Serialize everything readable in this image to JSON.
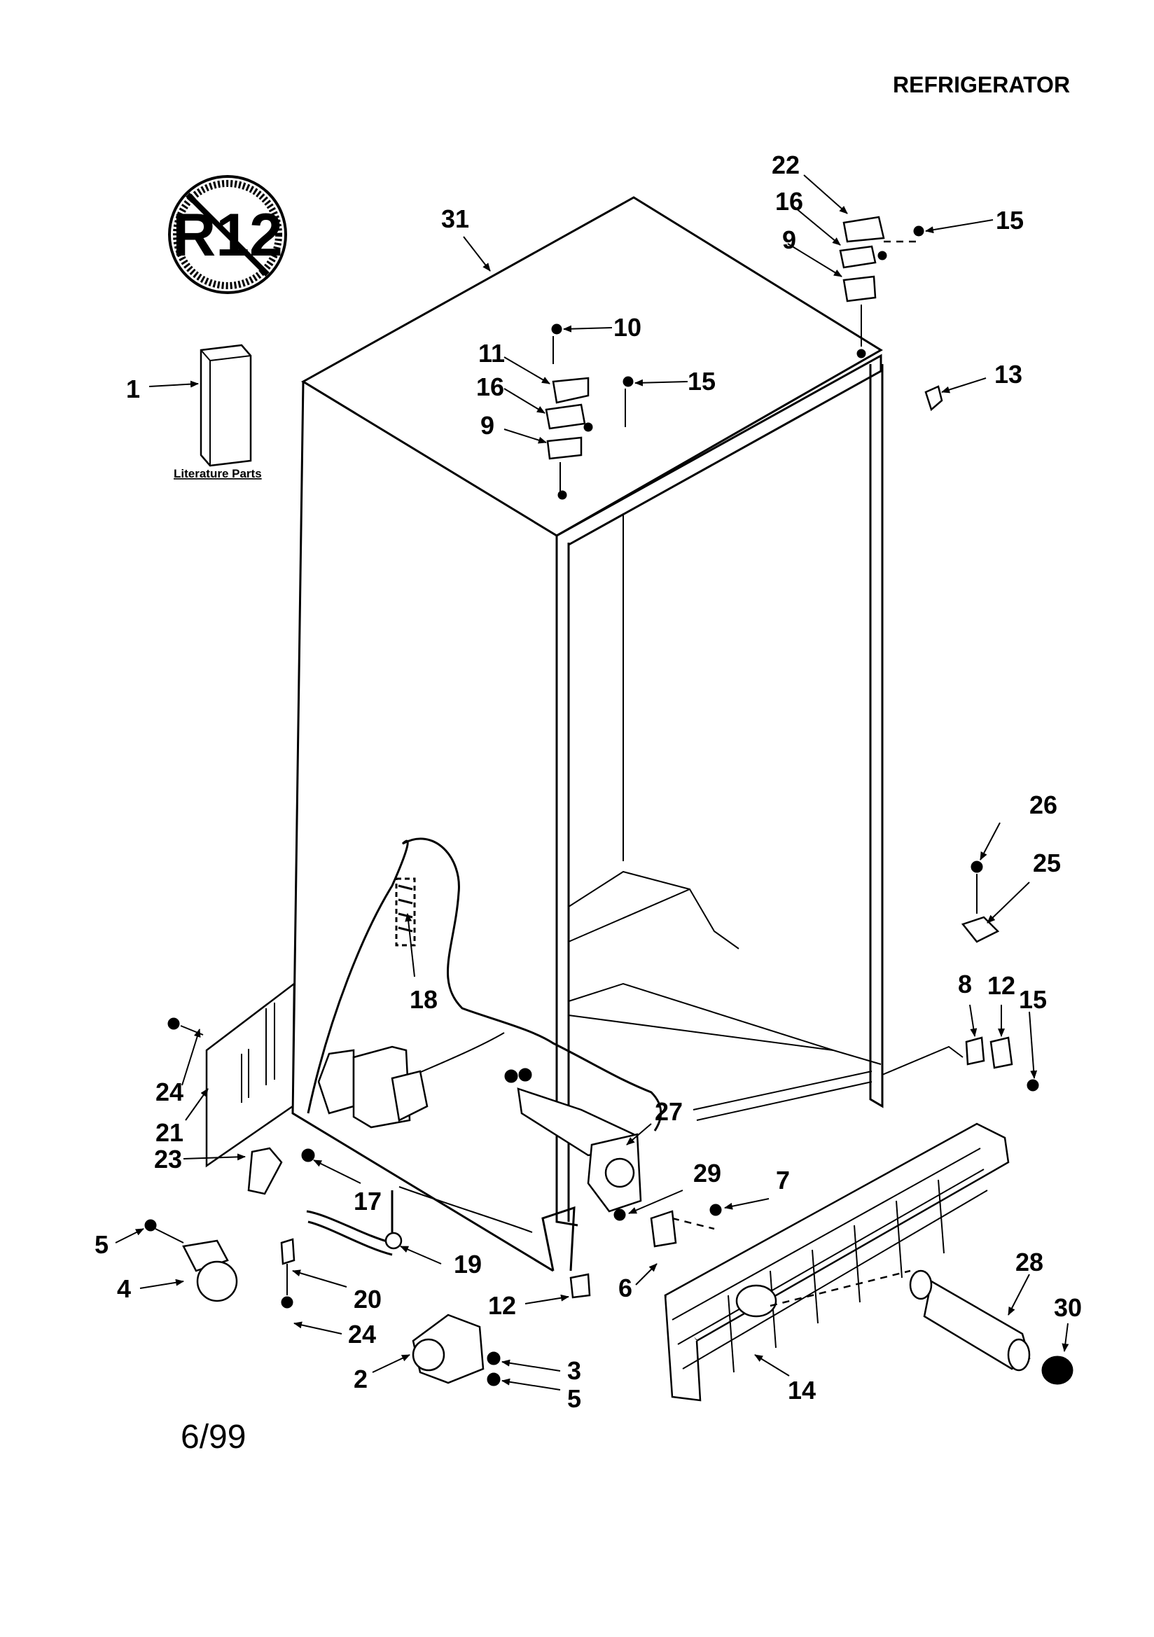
{
  "header": {
    "title": "REFRIGERATOR"
  },
  "footer": {
    "date": "6/99"
  },
  "badge": {
    "text": "R12",
    "icon": "no-r12-icon"
  },
  "literature": {
    "label": "Literature Parts"
  },
  "callouts": [
    {
      "id": "c1",
      "text": "1"
    },
    {
      "id": "c2",
      "text": "2"
    },
    {
      "id": "c3",
      "text": "3"
    },
    {
      "id": "c4",
      "text": "4"
    },
    {
      "id": "c5a",
      "text": "5"
    },
    {
      "id": "c5b",
      "text": "5"
    },
    {
      "id": "c6",
      "text": "6"
    },
    {
      "id": "c7",
      "text": "7"
    },
    {
      "id": "c8",
      "text": "8"
    },
    {
      "id": "c9a",
      "text": "9"
    },
    {
      "id": "c9b",
      "text": "9"
    },
    {
      "id": "c10",
      "text": "10"
    },
    {
      "id": "c11",
      "text": "11"
    },
    {
      "id": "c12a",
      "text": "12"
    },
    {
      "id": "c12b",
      "text": "12"
    },
    {
      "id": "c13",
      "text": "13"
    },
    {
      "id": "c14",
      "text": "14"
    },
    {
      "id": "c15a",
      "text": "15"
    },
    {
      "id": "c15b",
      "text": "15"
    },
    {
      "id": "c15c",
      "text": "15"
    },
    {
      "id": "c16a",
      "text": "16"
    },
    {
      "id": "c16b",
      "text": "16"
    },
    {
      "id": "c17",
      "text": "17"
    },
    {
      "id": "c18",
      "text": "18"
    },
    {
      "id": "c19",
      "text": "19"
    },
    {
      "id": "c20",
      "text": "20"
    },
    {
      "id": "c21",
      "text": "21"
    },
    {
      "id": "c22",
      "text": "22"
    },
    {
      "id": "c23",
      "text": "23"
    },
    {
      "id": "c24a",
      "text": "24"
    },
    {
      "id": "c24b",
      "text": "24"
    },
    {
      "id": "c25",
      "text": "25"
    },
    {
      "id": "c26",
      "text": "26"
    },
    {
      "id": "c27",
      "text": "27"
    },
    {
      "id": "c28",
      "text": "28"
    },
    {
      "id": "c29",
      "text": "29"
    },
    {
      "id": "c30",
      "text": "30"
    },
    {
      "id": "c31",
      "text": "31"
    }
  ]
}
